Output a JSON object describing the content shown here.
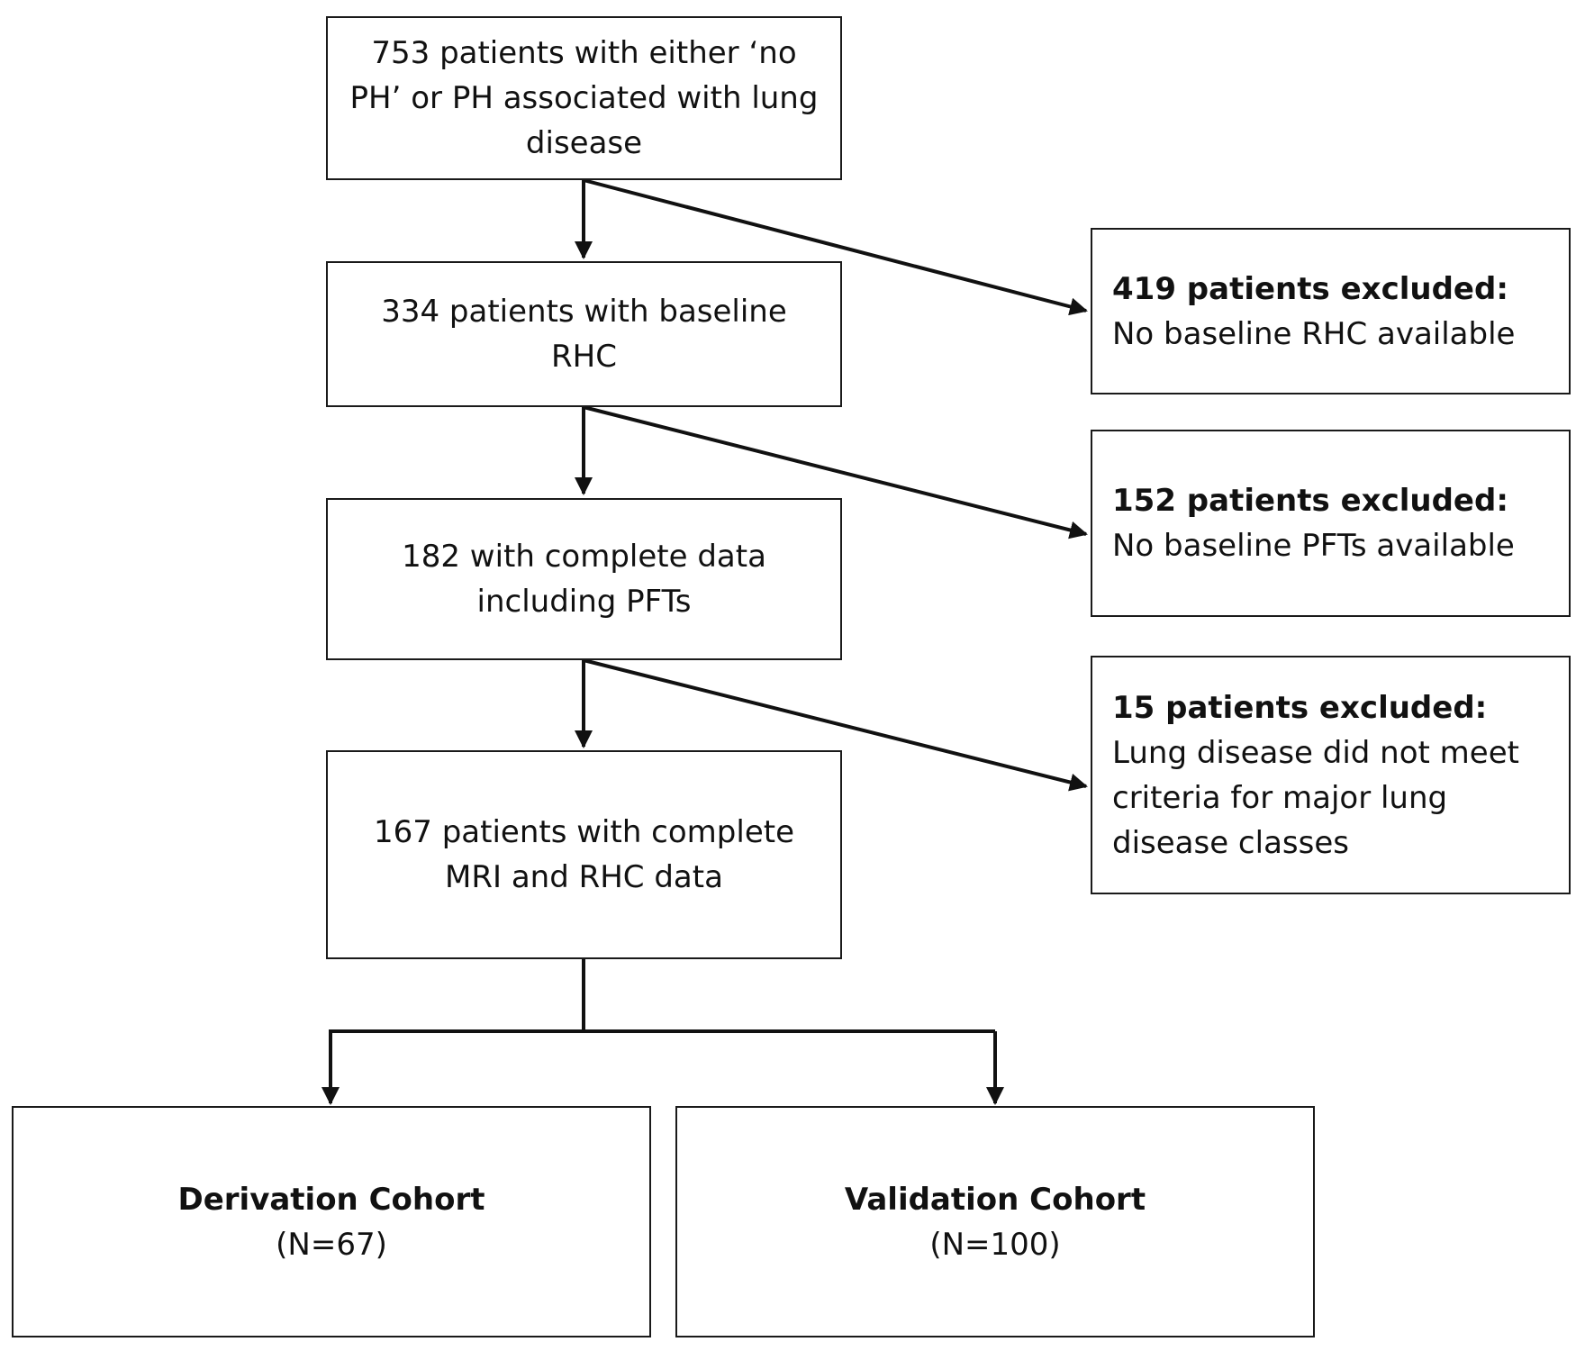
{
  "flow": {
    "step1": "753 patients with either ‘no PH’ or PH associated with lung disease",
    "step2": "334 patients with baseline RHC",
    "step3": "182 with complete data including PFTs",
    "step4": "167 patients with complete MRI and RHC data"
  },
  "exclusions": [
    {
      "heading": "419 patients excluded:",
      "reason": "No baseline RHC available"
    },
    {
      "heading": "152 patients excluded:",
      "reason": "No baseline PFTs available"
    },
    {
      "heading": "15 patients excluded:",
      "reason": "Lung disease did not meet criteria for major lung disease classes"
    }
  ],
  "cohorts": [
    {
      "name": "Derivation Cohort",
      "n": "(N=67)"
    },
    {
      "name": "Validation Cohort",
      "n": "(N=100)"
    }
  ]
}
